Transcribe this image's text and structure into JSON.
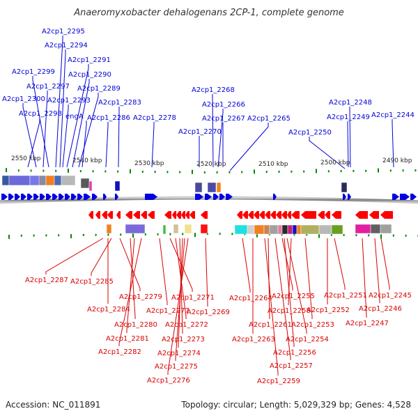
{
  "title": "Anaeromyxobacter dehalogenans 2CP-1, complete genome",
  "footer": {
    "accession": "Accession: NC_011891",
    "topology": "Topology: circular; Length: 5,029,329 bp; Genes: 4,528"
  },
  "scale_labels": [
    "2550 kbp",
    "2540 kbp",
    "2530 kbp",
    "2520 kbp",
    "2510 kbp",
    "2500 kbp",
    "2490 kbp"
  ],
  "top_genes": [
    "A2cp1_2295",
    "A2cp1_2294",
    "A2cp1_2291",
    "A2cp1_2299",
    "A2cp1_2290",
    "A2cp1_2297",
    "A2cp1_2289",
    "A2cp1_2300",
    "A2cp1_2293",
    "A2cp1_2283",
    "A2cp1_2298",
    "engA",
    "A2cp1_2286",
    "A2cp1_2278",
    "A2cp1_2268",
    "A2cp1_2266",
    "A2cp1_2267",
    "A2cp1_2265",
    "A2cp1_2270",
    "A2cp1_2248",
    "A2cp1_2249",
    "A2cp1_2244",
    "A2cp1_2250"
  ],
  "bottom_genes": [
    "A2cp1_2287",
    "A2cp1_2285",
    "A2cp1_2284",
    "A2cp1_2279",
    "A2cp1_2280",
    "A2cp1_2281",
    "A2cp1_2282",
    "A2cp1_2277",
    "A2cp1_2271",
    "A2cp1_2272",
    "A2cp1_2273",
    "A2cp1_2274",
    "A2cp1_2275",
    "A2cp1_2276",
    "A2cp1_2269",
    "A2cp1_2264",
    "A2cp1_2255",
    "A2cp1_2251",
    "A2cp1_2245",
    "A2cp1_2258",
    "A2cp1_2252",
    "A2cp1_2246",
    "A2cp1_2261",
    "A2cp1_2253",
    "A2cp1_2247",
    "A2cp1_2263",
    "A2cp1_2254",
    "A2cp1_2256",
    "A2cp1_2257",
    "A2cp1_2259"
  ],
  "colors": {
    "forward_strand": "#0000e0",
    "reverse_strand": "#ff0000",
    "forward_label": "#0000d8",
    "reverse_label": "#d80000",
    "tick": "#008800",
    "backbone": "#999999"
  }
}
